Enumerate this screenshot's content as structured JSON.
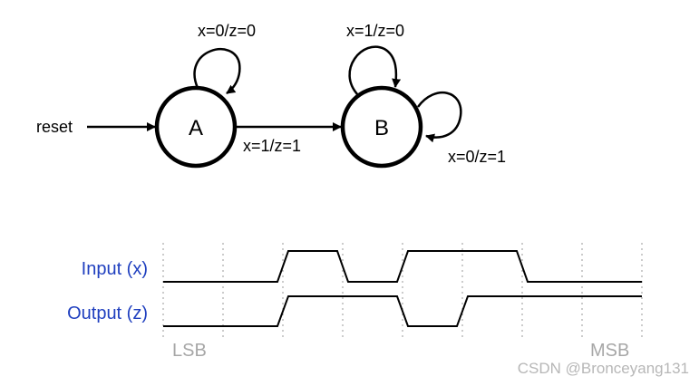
{
  "state_diagram": {
    "states": [
      {
        "id": "A",
        "label": "A"
      },
      {
        "id": "B",
        "label": "B"
      }
    ],
    "reset_label": "reset",
    "transitions": [
      {
        "from": "A",
        "to": "A",
        "label": "x=0/z=0"
      },
      {
        "from": "A",
        "to": "B",
        "label": "x=1/z=1"
      },
      {
        "from": "B",
        "to": "B",
        "label": "x=1/z=0"
      },
      {
        "from": "B",
        "to": "B",
        "label": "x=0/z=1"
      }
    ]
  },
  "timing_diagram": {
    "signals": [
      {
        "name": "Input (x)",
        "bits": [
          0,
          0,
          1,
          0,
          1,
          1,
          0,
          0
        ]
      },
      {
        "name": "Output (z)",
        "bits": [
          0,
          0,
          1,
          1,
          0,
          1,
          1,
          1
        ]
      }
    ],
    "lsb_label": "LSB",
    "msb_label": "MSB"
  },
  "watermark": "CSDN @Bronceyang131",
  "colors": {
    "signal_label": "#1f3fbf",
    "tick_label": "#a7a7a7",
    "watermark": "#b7b7b7",
    "line": "#000000"
  }
}
